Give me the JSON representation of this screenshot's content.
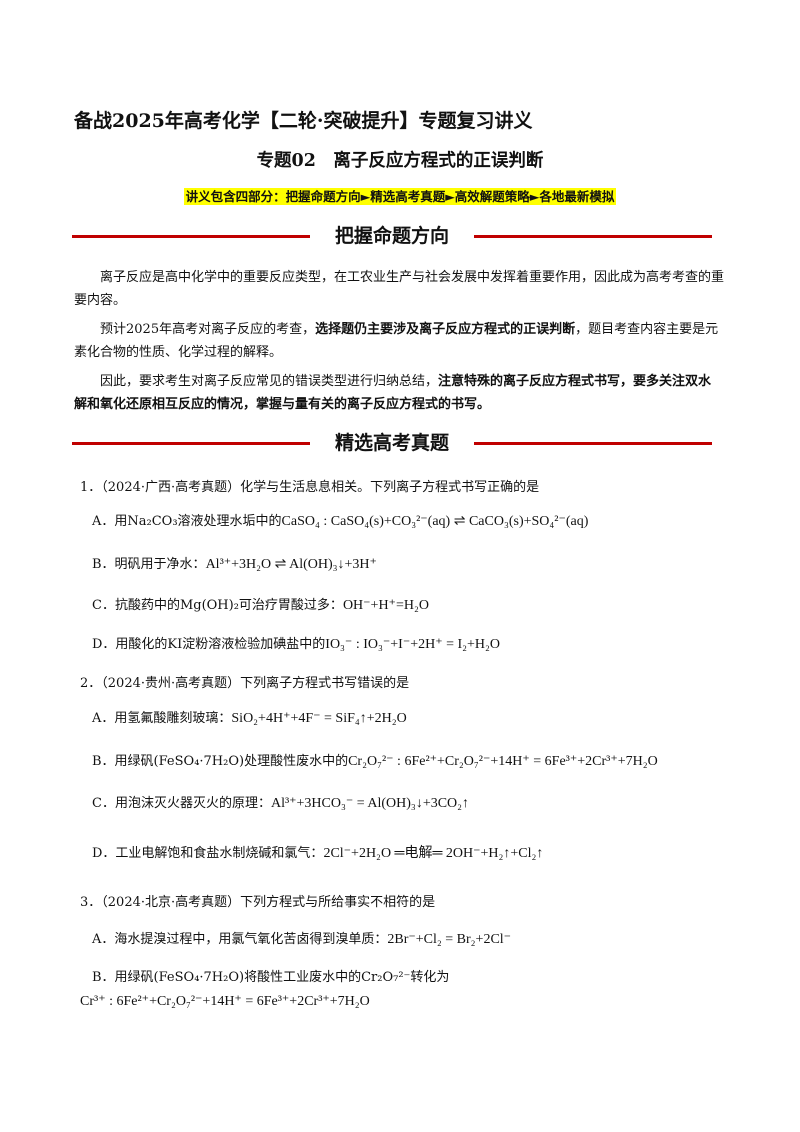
{
  "doc_title": "备战2025年高考化学【二轮·突破提升】专题复习讲义",
  "topic_title": "专题02　离子反应方程式的正误判断",
  "intro_highlight": "讲义包含四部分：把握命题方向►精选高考真题►高效解题策略►各地最新模拟",
  "section1": {
    "heading": "把握命题方向",
    "p1": "离子反应是高中化学中的重要反应类型，在工农业生产与社会发展中发挥着重要作用，因此成为高考考查的重要内容。",
    "p2_a": "预计2025年高考对离子反应的考查，",
    "p2_b": "选择题仍主要涉及离子反应方程式的正误判断",
    "p2_c": "，题目考查内容主要是元素化合物的性质、化学过程的解释。",
    "p3_a": "因此，要求考生对离子反应常见的错误类型进行归纳总结，",
    "p3_b": "注意特殊的离子反应方程式书写，要多关注双水解和氧化还原相互反应的情况，掌握与量有关的离子反应方程式的书写。"
  },
  "section2": {
    "heading": "精选高考真题",
    "q1": {
      "stem": "1．（2024·广西·高考真题）化学与生活息息相关。下列离子方程式书写正确的是",
      "A_text": "A．用Na₂CO₃溶液处理水垢中的",
      "A_eq": "CaSO₄ : CaSO₄(s)+CO₃²⁻(aq) ⇌ CaCO₃(s)+SO₄²⁻(aq)",
      "B_text": "B．明矾用于净水：",
      "B_eq": "Al³⁺+3H₂O ⇌ Al(OH)₃↓+3H⁺",
      "C_text": "C．抗酸药中的Mg(OH)₂可治疗胃酸过多：",
      "C_eq": "OH⁻+H⁺=H₂O",
      "D_text": "D．用酸化的KI淀粉溶液检验加碘盐中的",
      "D_eq": "IO₃⁻ : IO₃⁻+I⁻+2H⁺ = I₂+H₂O"
    },
    "q2": {
      "stem": "2．（2024·贵州·高考真题）下列离子方程式书写错误的是",
      "A_text": "A．用氢氟酸雕刻玻璃：",
      "A_eq": "SiO₂+4H⁺+4F⁻ = SiF₄↑+2H₂O",
      "B_text": "B．用绿矾(FeSO₄·7H₂O)处理酸性废水中的",
      "B_eq": "Cr₂O₇²⁻ : 6Fe²⁺+Cr₂O₇²⁻+14H⁺ = 6Fe³⁺+2Cr³⁺+7H₂O",
      "C_text": "C．用泡沫灭火器灭火的原理：",
      "C_eq": "Al³⁺+3HCO₃⁻ = Al(OH)₃↓+3CO₂↑",
      "D_text": "D．工业电解饱和食盐水制烧碱和氯气：",
      "D_eq": "2Cl⁻+2H₂O ═电解═ 2OH⁻+H₂↑+Cl₂↑"
    },
    "q3": {
      "stem": "3．（2024·北京·高考真题）下列方程式与所给事实不相符的是",
      "A_text": "A．海水提溴过程中，用氯气氧化苦卤得到溴单质：",
      "A_eq": "2Br⁻+Cl₂ = Br₂+2Cl⁻",
      "B_text": "B．用绿矾(FeSO₄·7H₂O)将酸性工业废水中的Cr₂O₇²⁻转化为",
      "B_eq": "Cr³⁺ : 6Fe²⁺+Cr₂O₇²⁻+14H⁺ = 6Fe³⁺+2Cr³⁺+7H₂O"
    }
  }
}
